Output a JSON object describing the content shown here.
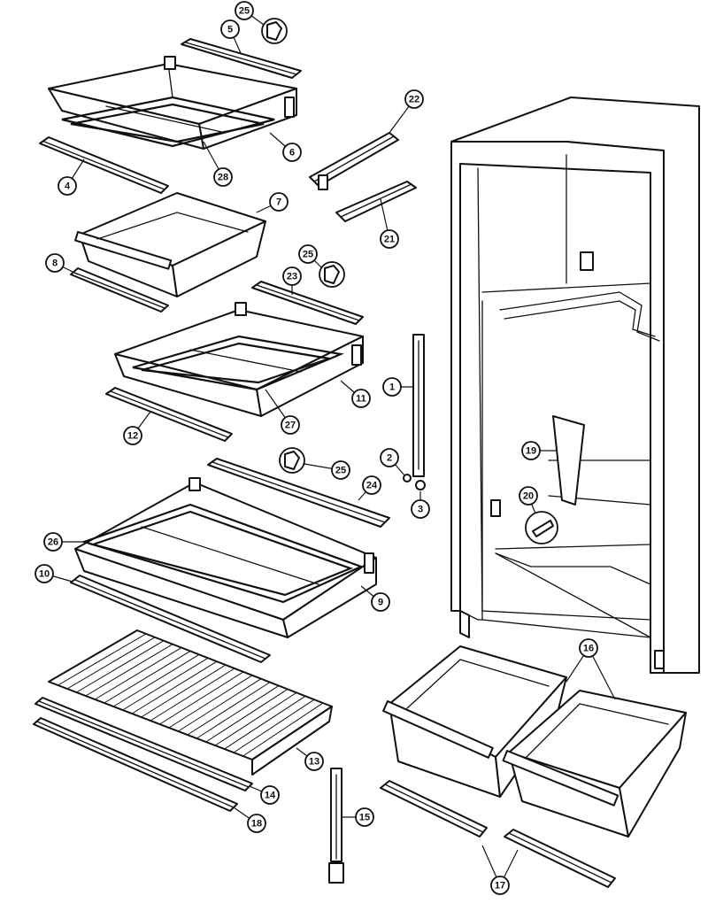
{
  "callouts": [
    {
      "id": "c25a",
      "label": "25"
    },
    {
      "id": "c5",
      "label": "5"
    },
    {
      "id": "c6",
      "label": "6"
    },
    {
      "id": "c28",
      "label": "28"
    },
    {
      "id": "c4",
      "label": "4"
    },
    {
      "id": "c7",
      "label": "7"
    },
    {
      "id": "c8",
      "label": "8"
    },
    {
      "id": "c22",
      "label": "22"
    },
    {
      "id": "c21",
      "label": "21"
    },
    {
      "id": "c25b",
      "label": "25"
    },
    {
      "id": "c23",
      "label": "23"
    },
    {
      "id": "c11",
      "label": "11"
    },
    {
      "id": "c27",
      "label": "27"
    },
    {
      "id": "c12",
      "label": "12"
    },
    {
      "id": "c1",
      "label": "1"
    },
    {
      "id": "c2",
      "label": "2"
    },
    {
      "id": "c3",
      "label": "3"
    },
    {
      "id": "c25c",
      "label": "25"
    },
    {
      "id": "c24",
      "label": "24"
    },
    {
      "id": "c26",
      "label": "26"
    },
    {
      "id": "c10",
      "label": "10"
    },
    {
      "id": "c9",
      "label": "9"
    },
    {
      "id": "c19",
      "label": "19"
    },
    {
      "id": "c20",
      "label": "20"
    },
    {
      "id": "c16",
      "label": "16"
    },
    {
      "id": "c13",
      "label": "13"
    },
    {
      "id": "c14",
      "label": "14"
    },
    {
      "id": "c18",
      "label": "18"
    },
    {
      "id": "c15",
      "label": "15"
    },
    {
      "id": "c17",
      "label": "17"
    }
  ]
}
